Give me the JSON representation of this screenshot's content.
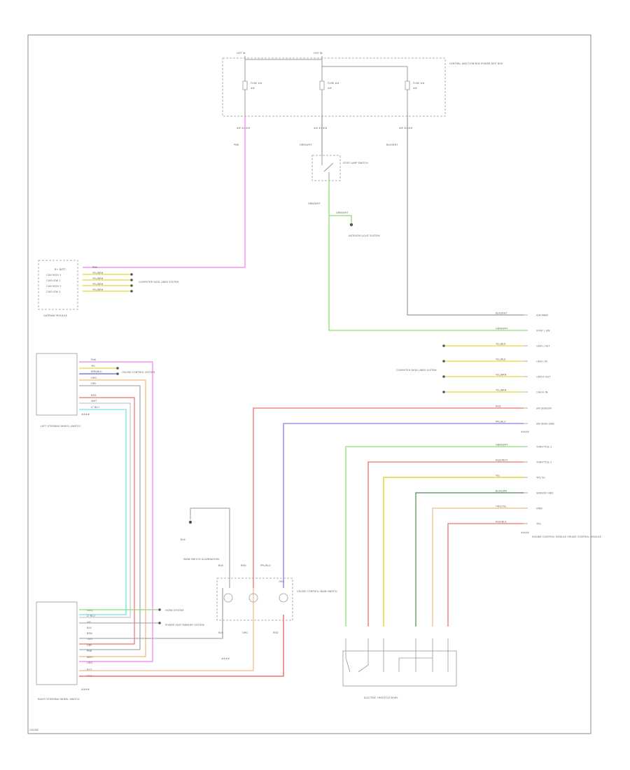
{
  "top": {
    "hot_labels": [
      "HOT IN",
      "HOT IN"
    ],
    "fuses": [
      "FUSE ##",
      "FUSE ##",
      "FUSE ##"
    ],
    "fuse_amps": [
      "##",
      "##",
      "##"
    ],
    "pdb_label": "CENTRAL JUNCTION BOX POWER DIST BOX",
    "pdb_pins": [
      "##  ####",
      "##  ####",
      "##  ####"
    ]
  },
  "wires": {
    "left_top": "PNK",
    "mid_top": "GRN/WHT",
    "right_top": "BLK/WHT",
    "below_switch": "GRN/WHT",
    "ground_branch": "GRN/WHT"
  },
  "switch": {
    "label": "STOP LAMP SWITCH"
  },
  "ground_note": "INTERIOR LIGHT SYSTEM",
  "gateway": {
    "label": "GATEWAY MODULE",
    "rows": [
      "B+ BATT",
      "CAN HIGH 1",
      "CAN LOW 1",
      "CAN HIGH 2",
      "CAN LOW 2"
    ],
    "row_wires": [
      "PNK",
      "YEL/BRN",
      "YEL/BRN",
      "YEL/BRN",
      "YEL/BRN"
    ],
    "ref": "COMPUTER DATA LINES SYSTEM"
  },
  "lh_module": {
    "label": "LEFT STEERING WHEEL SWITCH",
    "code": "####",
    "pins": [
      "PNK",
      "YEL",
      "BRN/BLU",
      "ORG",
      "GRY",
      "RED",
      "WHT",
      "LT BLU"
    ],
    "note": "CRUISE CONTROL SYSTEM"
  },
  "rh_module": {
    "label": "RIGHT STEERING WHEEL SWITCH",
    "code": "####",
    "pins": [
      "GRN",
      "LT BLU",
      "VIO",
      "BLK",
      "BRN",
      "ORG",
      "GRY",
      "PNK",
      "WHT",
      "ORG",
      "RED",
      "RED"
    ],
    "note1": "HORN SYSTEM",
    "note2": "POWER SEAT MEMORY SYSTEM"
  },
  "right_connector": {
    "code": "####",
    "rows": [
      {
        "wire": "BLK/WHT",
        "pin": "IGN MAIN"
      },
      {
        "wire": "GRN/WHT",
        "pin": "STOP L SW"
      },
      {
        "wire": "YEL/BLK",
        "pin": "CAN L OUT"
      },
      {
        "wire": "YEL/BLK",
        "pin": "CAN L IN"
      },
      {
        "wire": "YEL/BRN",
        "pin": "CAN H OUT"
      },
      {
        "wire": "YEL/BRN",
        "pin": "CAN H IN"
      },
      {
        "wire": "RED",
        "pin": "SW SENSOR"
      },
      {
        "wire": "PPL/BLU",
        "pin": "SW SENS GND"
      },
      {
        "wire": "GRN/WHT",
        "pin": "THROTTLE 1"
      },
      {
        "wire": "RED/WHT",
        "pin": "THROTTLE 2"
      },
      {
        "wire": "YEL",
        "pin": "TPS 5V"
      },
      {
        "wire": "BLK/GRN",
        "pin": "SENSOR GND"
      },
      {
        "wire": "ORG/YEL",
        "pin": "VREF"
      },
      {
        "wire": "RED/BLK",
        "pin": "TPS"
      }
    ],
    "ref": "COMPUTER DATA LINES SYSTEM",
    "ecm_label": "ENGINE CONTROL MODULE CRUISE CONTROL MODULE",
    "ecm_code": "####"
  },
  "center": {
    "ground_label": "BLK",
    "motor_label": "MAIN SWITCH ILLUMINATION",
    "wire_labels": [
      "BLK",
      "RED",
      "PPL/BLU",
      "ORG"
    ],
    "switch_label": "CRUISE CONTROL MAIN SWITCH",
    "bottom_labels": [
      "BLK",
      "ORG",
      "RED"
    ],
    "code": "####"
  },
  "throttle": {
    "label": "ELECTRIC THROTTLE BODY"
  },
  "footer": "CRUISE",
  "colors": {
    "pink": "#f080f0",
    "green": "#88e070",
    "grey": "#999999",
    "yellow": "#e6d63a",
    "red": "#f07070",
    "violet": "#9a70f0",
    "orange": "#f5b880",
    "cyan": "#6ee8e8",
    "blue": "#6060e0",
    "darkgreen": "#4a8a4a"
  }
}
